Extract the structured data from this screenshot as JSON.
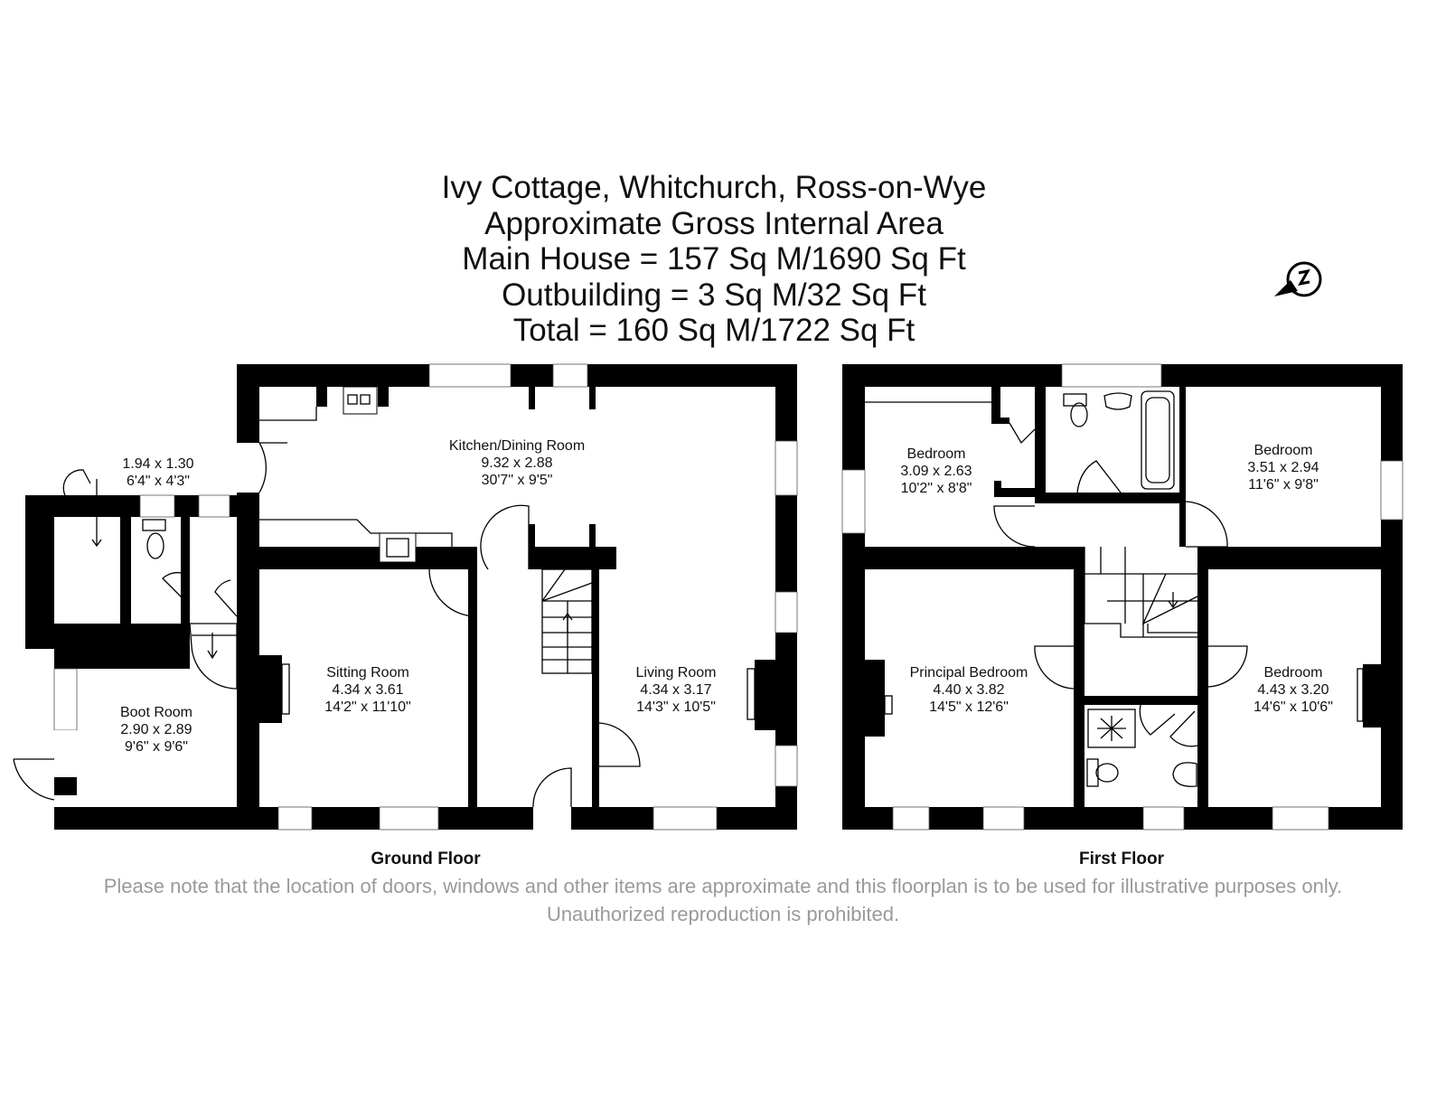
{
  "title": {
    "line1": "Ivy Cottage, Whitchurch, Ross-on-Wye",
    "line2": "Approximate Gross Internal Area",
    "line3": "Main House = 157 Sq M/1690 Sq Ft",
    "line4": "Outbuilding = 3 Sq M/32 Sq Ft",
    "line5": "Total = 160 Sq M/1722 Sq Ft"
  },
  "compass": {
    "icon": "north-arrow-icon",
    "letter": "N"
  },
  "ground_floor": {
    "label": "Ground Floor",
    "rooms": [
      {
        "name": "Kitchen/Dining Room",
        "metric": "9.32 x 2.88",
        "imperial": "30'7\" x 9'5\""
      },
      {
        "name": "",
        "metric": "1.94 x 1.30",
        "imperial": "6'4\" x 4'3\""
      },
      {
        "name": "Sitting Room",
        "metric": "4.34 x 3.61",
        "imperial": "14'2\" x 11'10\""
      },
      {
        "name": "Living Room",
        "metric": "4.34 x 3.17",
        "imperial": "14'3\" x 10'5\""
      },
      {
        "name": "Boot Room",
        "metric": "2.90 x 2.89",
        "imperial": "9'6\" x 9'6\""
      }
    ]
  },
  "first_floor": {
    "label": "First Floor",
    "rooms": [
      {
        "name": "Bedroom",
        "metric": "3.09 x 2.63",
        "imperial": "10'2\" x 8'8\""
      },
      {
        "name": "Bedroom",
        "metric": "3.51 x 2.94",
        "imperial": "11'6\" x 9'8\""
      },
      {
        "name": "Principal Bedroom",
        "metric": "4.40 x 3.82",
        "imperial": "14'5\" x 12'6\""
      },
      {
        "name": "Bedroom",
        "metric": "4.43 x 3.20",
        "imperial": "14'6\" x 10'6\""
      }
    ]
  },
  "disclaimer": "Please note that the location of doors, windows and other items are approximate and this floorplan is to be used for illustrative purposes only. Unauthorized reproduction is prohibited."
}
